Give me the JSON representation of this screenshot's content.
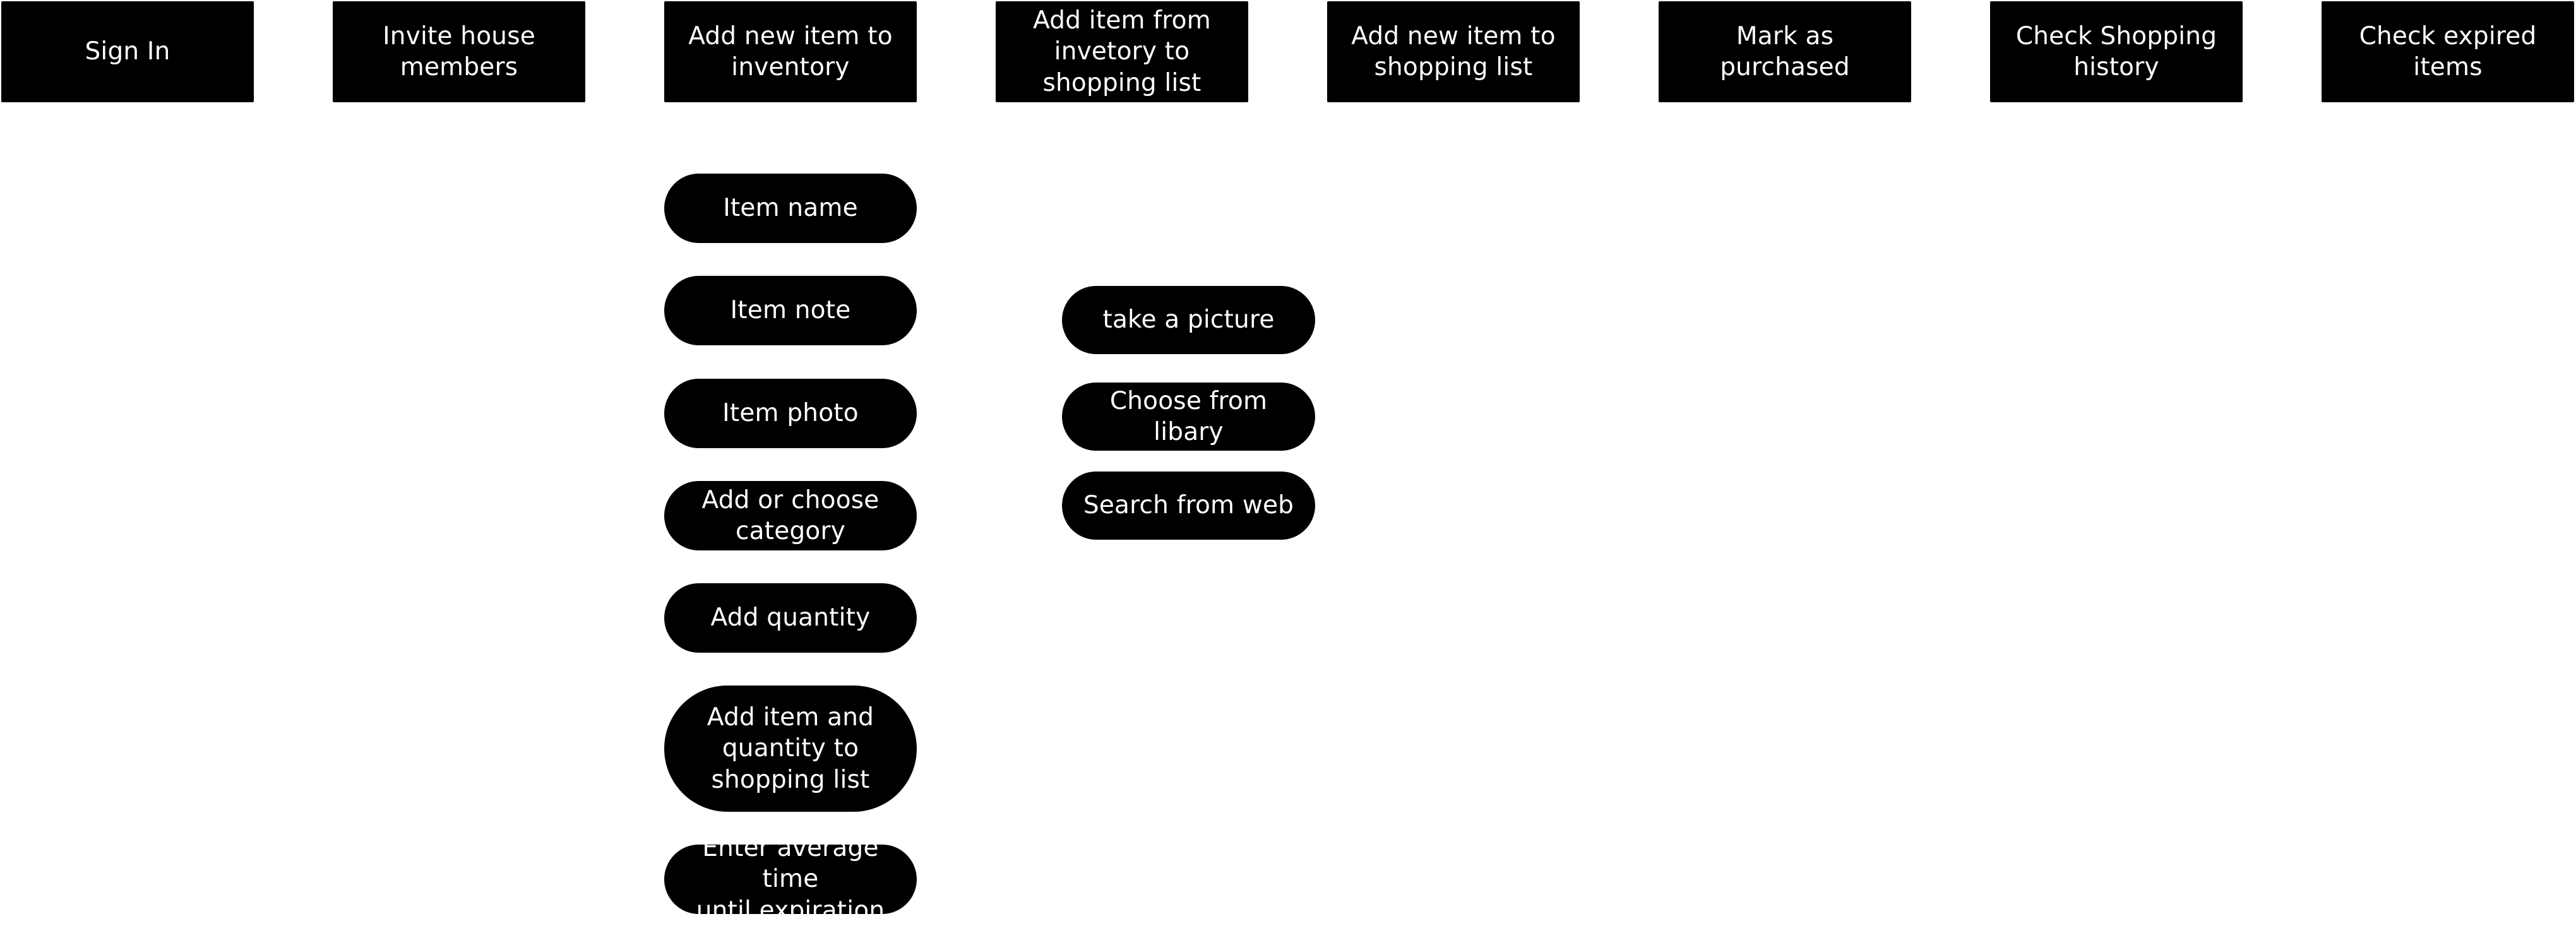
{
  "colors": {
    "background": "#ffffff",
    "node_fill": "#000000",
    "node_text": "#ffffff"
  },
  "features": [
    {
      "label": "Sign In"
    },
    {
      "label": "Invite house\nmembers"
    },
    {
      "label": "Add new item to\ninventory"
    },
    {
      "label": "Add item from\ninvetory to\nshopping list"
    },
    {
      "label": "Add new item to\nshopping list"
    },
    {
      "label": "Mark as purchased"
    },
    {
      "label": "Check Shopping\nhistory"
    },
    {
      "label": "Check expired\nitems"
    }
  ],
  "inventory_steps": [
    {
      "label": "Item name"
    },
    {
      "label": "Item note"
    },
    {
      "label": "Item photo"
    },
    {
      "label": "Add or choose\ncategory"
    },
    {
      "label": "Add quantity"
    },
    {
      "label": "Add item and\nquantity to\nshopping list"
    },
    {
      "label": "Enter average time\nuntil expiration"
    }
  ],
  "photo_options": [
    {
      "label": "take a picture"
    },
    {
      "label": "Choose from libary"
    },
    {
      "label": "Search from web"
    }
  ]
}
